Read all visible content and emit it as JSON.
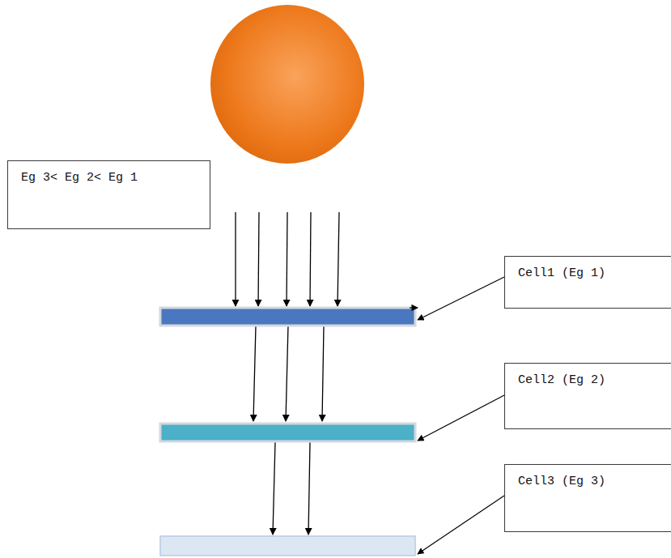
{
  "diagram": {
    "nodes": [
      {
        "text": [
          "Eg 3< Eg 2< Eg 1"
        ]
      },
      {
        "text": [
          "Cell1 (Eg 1)"
        ]
      },
      {
        "text": [
          "Cell2 (Eg 2)"
        ]
      },
      {
        "text": [
          "Cell3 (Eg 3)"
        ]
      }
    ]
  }
}
